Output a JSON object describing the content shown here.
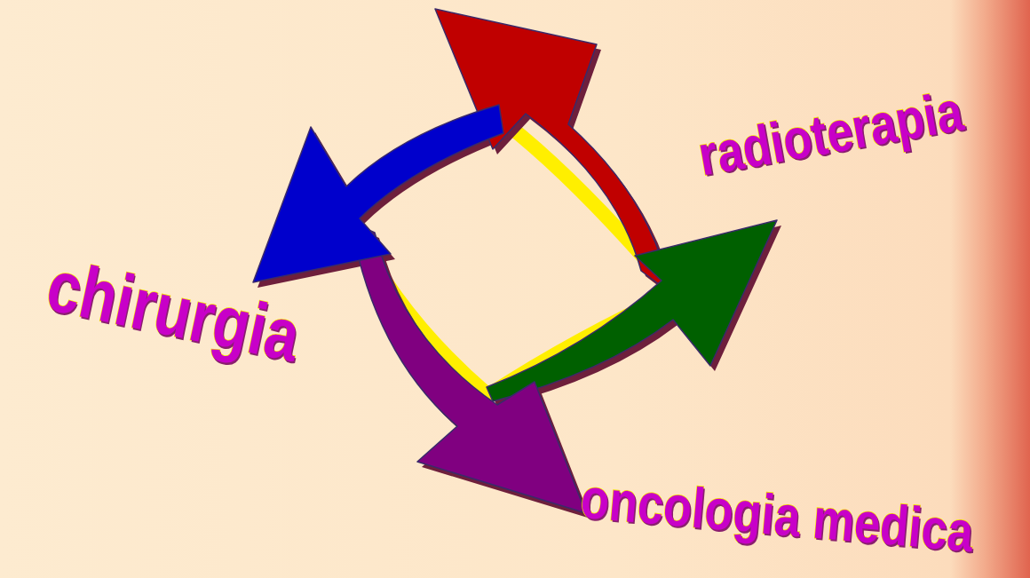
{
  "diagram": {
    "labels": [
      "radioterapia",
      "chirurgia",
      "oncologia medica"
    ]
  }
}
